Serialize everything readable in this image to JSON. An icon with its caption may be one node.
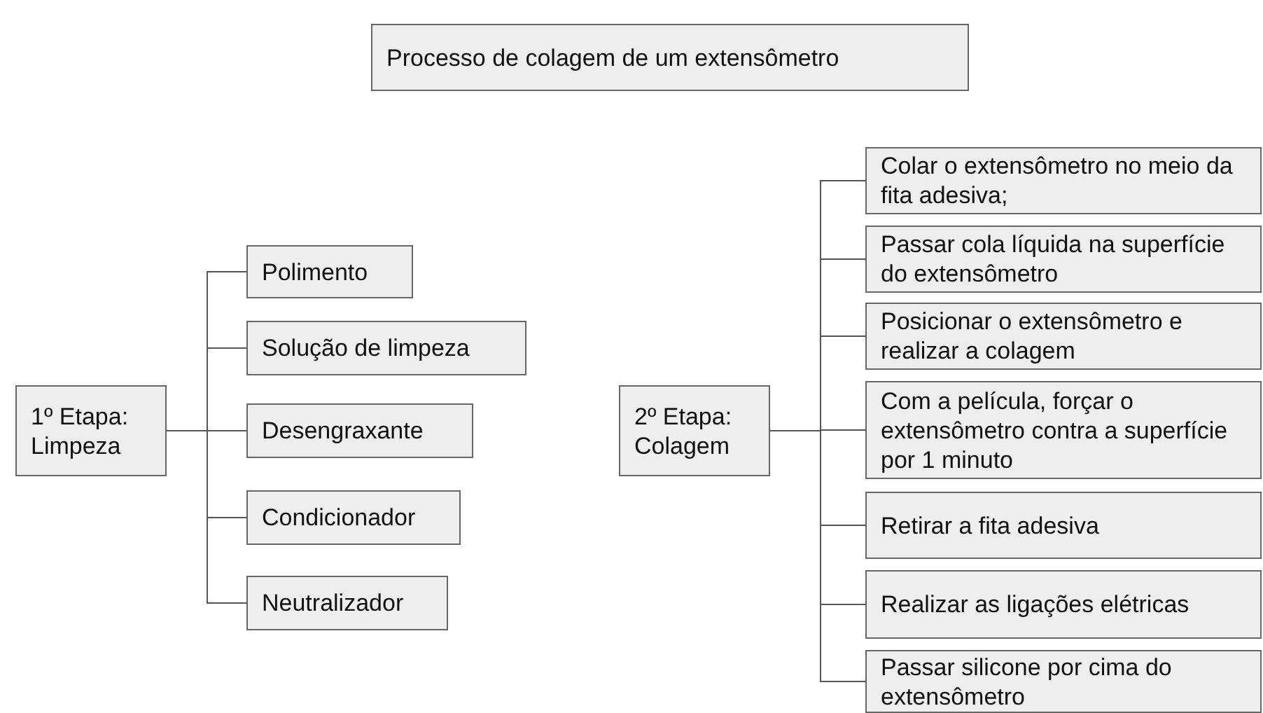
{
  "diagram": {
    "nodes": [
      {
        "text": [
          "Processo de colagem de um extensômetro"
        ]
      },
      {
        "text": [
          "1º Etapa: Limpeza"
        ]
      },
      {
        "text": [
          "Polimento"
        ]
      },
      {
        "text": [
          "Solução de limpeza"
        ]
      },
      {
        "text": [
          "Desengraxante"
        ]
      },
      {
        "text": [
          "Condicionador"
        ]
      },
      {
        "text": [
          "Neutralizador"
        ]
      },
      {
        "text": [
          "2º Etapa: Colagem"
        ]
      },
      {
        "text": [
          "Colar o extensômetro no meio da fita adesiva;"
        ]
      },
      {
        "text": [
          "Passar cola líquida na superfície do extensômetro"
        ]
      },
      {
        "text": [
          "Posicionar o extensômetro e realizar a colagem"
        ]
      },
      {
        "text": [
          "Com a película, forçar o extensômetro contra a superfície por 1 minuto"
        ]
      },
      {
        "text": [
          "Retirar a fita adesiva"
        ]
      },
      {
        "text": [
          "Realizar as ligações elétricas"
        ]
      },
      {
        "text": [
          "Passar silicone por cima do extensômetro"
        ]
      }
    ],
    "edges": [
      {
        "from": 1,
        "to": 2,
        "arrow": "none"
      },
      {
        "from": 1,
        "to": 3,
        "arrow": "none"
      },
      {
        "from": 1,
        "to": 4,
        "arrow": "none"
      },
      {
        "from": 1,
        "to": 5,
        "arrow": "none"
      },
      {
        "from": 1,
        "to": 6,
        "arrow": "none"
      },
      {
        "from": 7,
        "to": 8,
        "arrow": "none"
      },
      {
        "from": 7,
        "to": 9,
        "arrow": "none"
      },
      {
        "from": 7,
        "to": 10,
        "arrow": "none"
      },
      {
        "from": 7,
        "to": 11,
        "arrow": "none"
      },
      {
        "from": 7,
        "to": 12,
        "arrow": "none"
      },
      {
        "from": 7,
        "to": 13,
        "arrow": "none"
      },
      {
        "from": 7,
        "to": 14,
        "arrow": "none"
      }
    ]
  }
}
